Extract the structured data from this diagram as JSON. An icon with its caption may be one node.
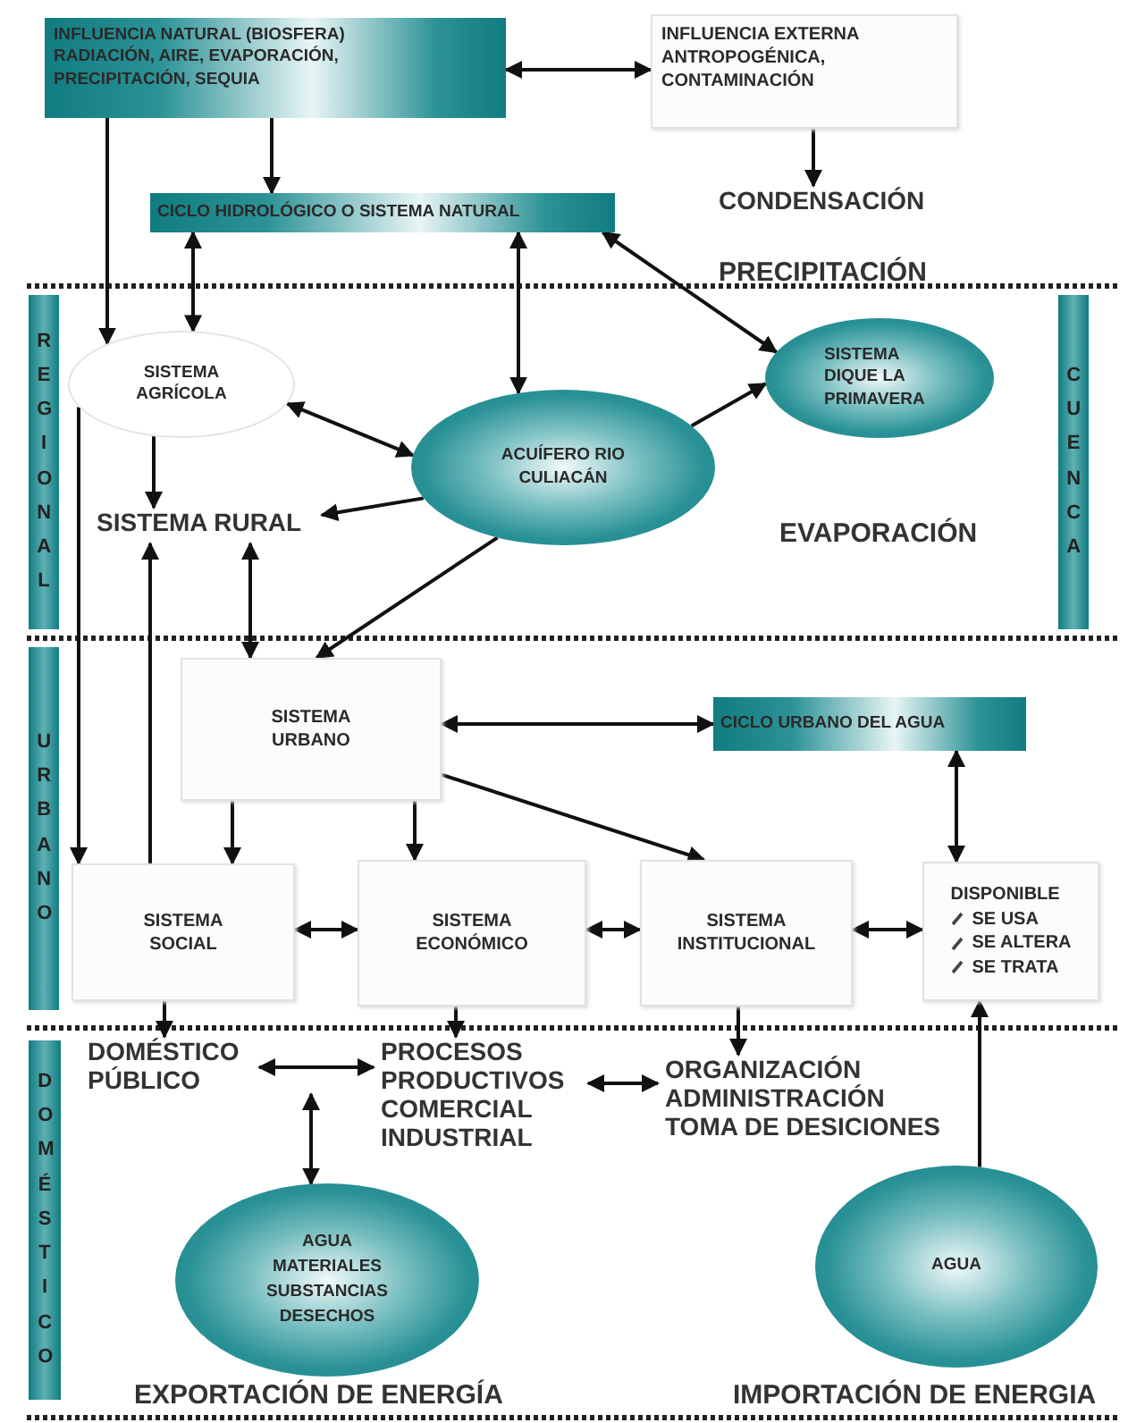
{
  "diagram": {
    "nodes": [
      {
        "text": [
          "INFLUENCIA NATURAL (BIOSFERA) RADIACIÓN, AIRE, EVAPORACIÓN, PRECIPITACIÓN, SEQUIA"
        ]
      },
      {
        "text": [
          "INFLUENCIA EXTERNA ANTROPOGÉNICA, CONTAMINACIÓN"
        ]
      },
      {
        "text": [
          "CONDENSACIÓN"
        ]
      },
      {
        "text": [
          "CICLO HIDROLÓGICO O SISTEMA NATURAL"
        ]
      },
      {
        "text": [
          "SISTEMA AGRÍCOLA"
        ]
      },
      {
        "text": [
          "ACUÍFERO RIO CULIACÁN"
        ]
      },
      {
        "text": [
          "SISTEMA DIQUE LA PRIMAVERA"
        ]
      },
      {
        "text": [
          "SISTEMA RURAL"
        ]
      },
      {
        "text": [
          "SISTEMA URBANO"
        ]
      },
      {
        "text": [
          "CICLO URBANO  DEL AGUA"
        ]
      },
      {
        "text": [
          "SISTEMA SOCIAL"
        ]
      },
      {
        "text": [
          "SISTEMA ECONÓMICO"
        ]
      },
      {
        "text": [
          "SISTEMA INSTITUCIONAL"
        ]
      },
      {
        "text": [
          "DISPONIBLE",
          "SE USA",
          "SE ALTERA",
          "SE TRATA"
        ]
      },
      {
        "text": [
          "DOMÉSTICO PÚBLICO"
        ]
      },
      {
        "text": [
          "PROCESOS PRODUCTIVOS COMERCIAL INDUSTRIAL"
        ]
      },
      {
        "text": [
          "ORGANIZACIÓN ADMINISTRACIÓN TOMA DE DESICIONES"
        ]
      },
      {
        "text": [
          "AGUA MATERIALES SUBSTANCIAS DESECHOS"
        ],
        "beside": [
          "EXPORTACIÓN DE ENERGÍA"
        ]
      },
      {
        "text": [
          "AGUA"
        ],
        "beside": [
          "IMPORTACIÓN DE ENERGIA"
        ]
      },
      {
        "text": [
          "REGIONAL"
        ]
      },
      {
        "text": [
          "CUENCA"
        ]
      },
      {
        "text": [
          "URBANO"
        ]
      },
      {
        "text": [
          "DOMÉSTICO"
        ]
      }
    ],
    "edges": [
      {
        "from": 0,
        "to": 1,
        "arrow": "both"
      },
      {
        "from": 1,
        "to": 2,
        "arrow": "to"
      },
      {
        "from": 0,
        "to": 3,
        "arrow": "to"
      },
      {
        "from": 0,
        "to": 4,
        "arrow": "to"
      },
      {
        "from": 3,
        "to": 4,
        "arrow": "both"
      },
      {
        "from": 3,
        "to": 5,
        "arrow": "both"
      },
      {
        "from": 3,
        "to": 6,
        "arrow": "both"
      },
      {
        "from": 4,
        "to": 5,
        "arrow": "both"
      },
      {
        "from": 5,
        "to": 6,
        "arrow": "to"
      },
      {
        "from": 4,
        "to": 7,
        "arrow": "to"
      },
      {
        "from": 5,
        "to": 7,
        "arrow": "to"
      },
      {
        "from": 7,
        "to": 8,
        "arrow": "both"
      },
      {
        "from": 5,
        "to": 8,
        "arrow": "to"
      },
      {
        "from": 4,
        "to": 10,
        "arrow": "to"
      },
      {
        "from": 10,
        "to": 7,
        "arrow": "to"
      },
      {
        "from": 8,
        "to": 9,
        "arrow": "both"
      },
      {
        "from": 8,
        "to": 10,
        "arrow": "to"
      },
      {
        "from": 8,
        "to": 11,
        "arrow": "to"
      },
      {
        "from": 8,
        "to": 12,
        "arrow": "to"
      },
      {
        "from": 9,
        "to": 13,
        "arrow": "both"
      },
      {
        "from": 10,
        "to": 11,
        "arrow": "both"
      },
      {
        "from": 11,
        "to": 12,
        "arrow": "both"
      },
      {
        "from": 12,
        "to": 13,
        "arrow": "both"
      },
      {
        "from": 10,
        "to": 14,
        "arrow": "to"
      },
      {
        "from": 11,
        "to": 15,
        "arrow": "to"
      },
      {
        "from": 12,
        "to": 16,
        "arrow": "to"
      },
      {
        "from": 18,
        "to": 13,
        "arrow": "to"
      },
      {
        "from": 14,
        "to": 15,
        "arrow": "both"
      },
      {
        "from": 15,
        "to": 17,
        "arrow": "both"
      },
      {
        "from": 15,
        "to": 16,
        "arrow": "both"
      }
    ],
    "labels": [
      "PRECIPITACIÓN",
      "EVAPORACIÓN"
    ]
  }
}
